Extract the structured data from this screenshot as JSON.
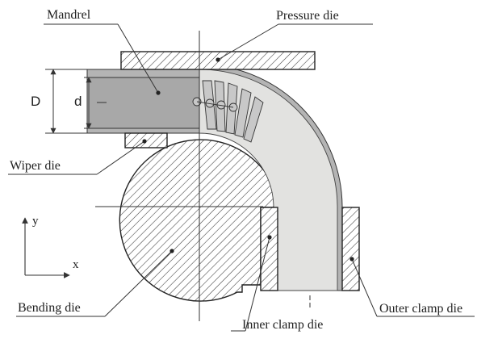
{
  "labels": {
    "mandrel": "Mandrel",
    "pressure_die": "Pressure die",
    "wiper_die": "Wiper die",
    "bending_die": "Bending die",
    "inner_clamp_die": "Inner clamp die",
    "outer_clamp_die": "Outer clamp die"
  },
  "dimensions": {
    "outer_diameter": "D",
    "inner_diameter": "d"
  },
  "axes": {
    "x": "x",
    "y": "y"
  },
  "colors": {
    "tube_wall": "#b4b4b4",
    "mandrel": "#a8a8a8",
    "bent_tube": "#e2e2e0",
    "balls": "#c8c8c8",
    "hatch": "#3a3a3a"
  }
}
